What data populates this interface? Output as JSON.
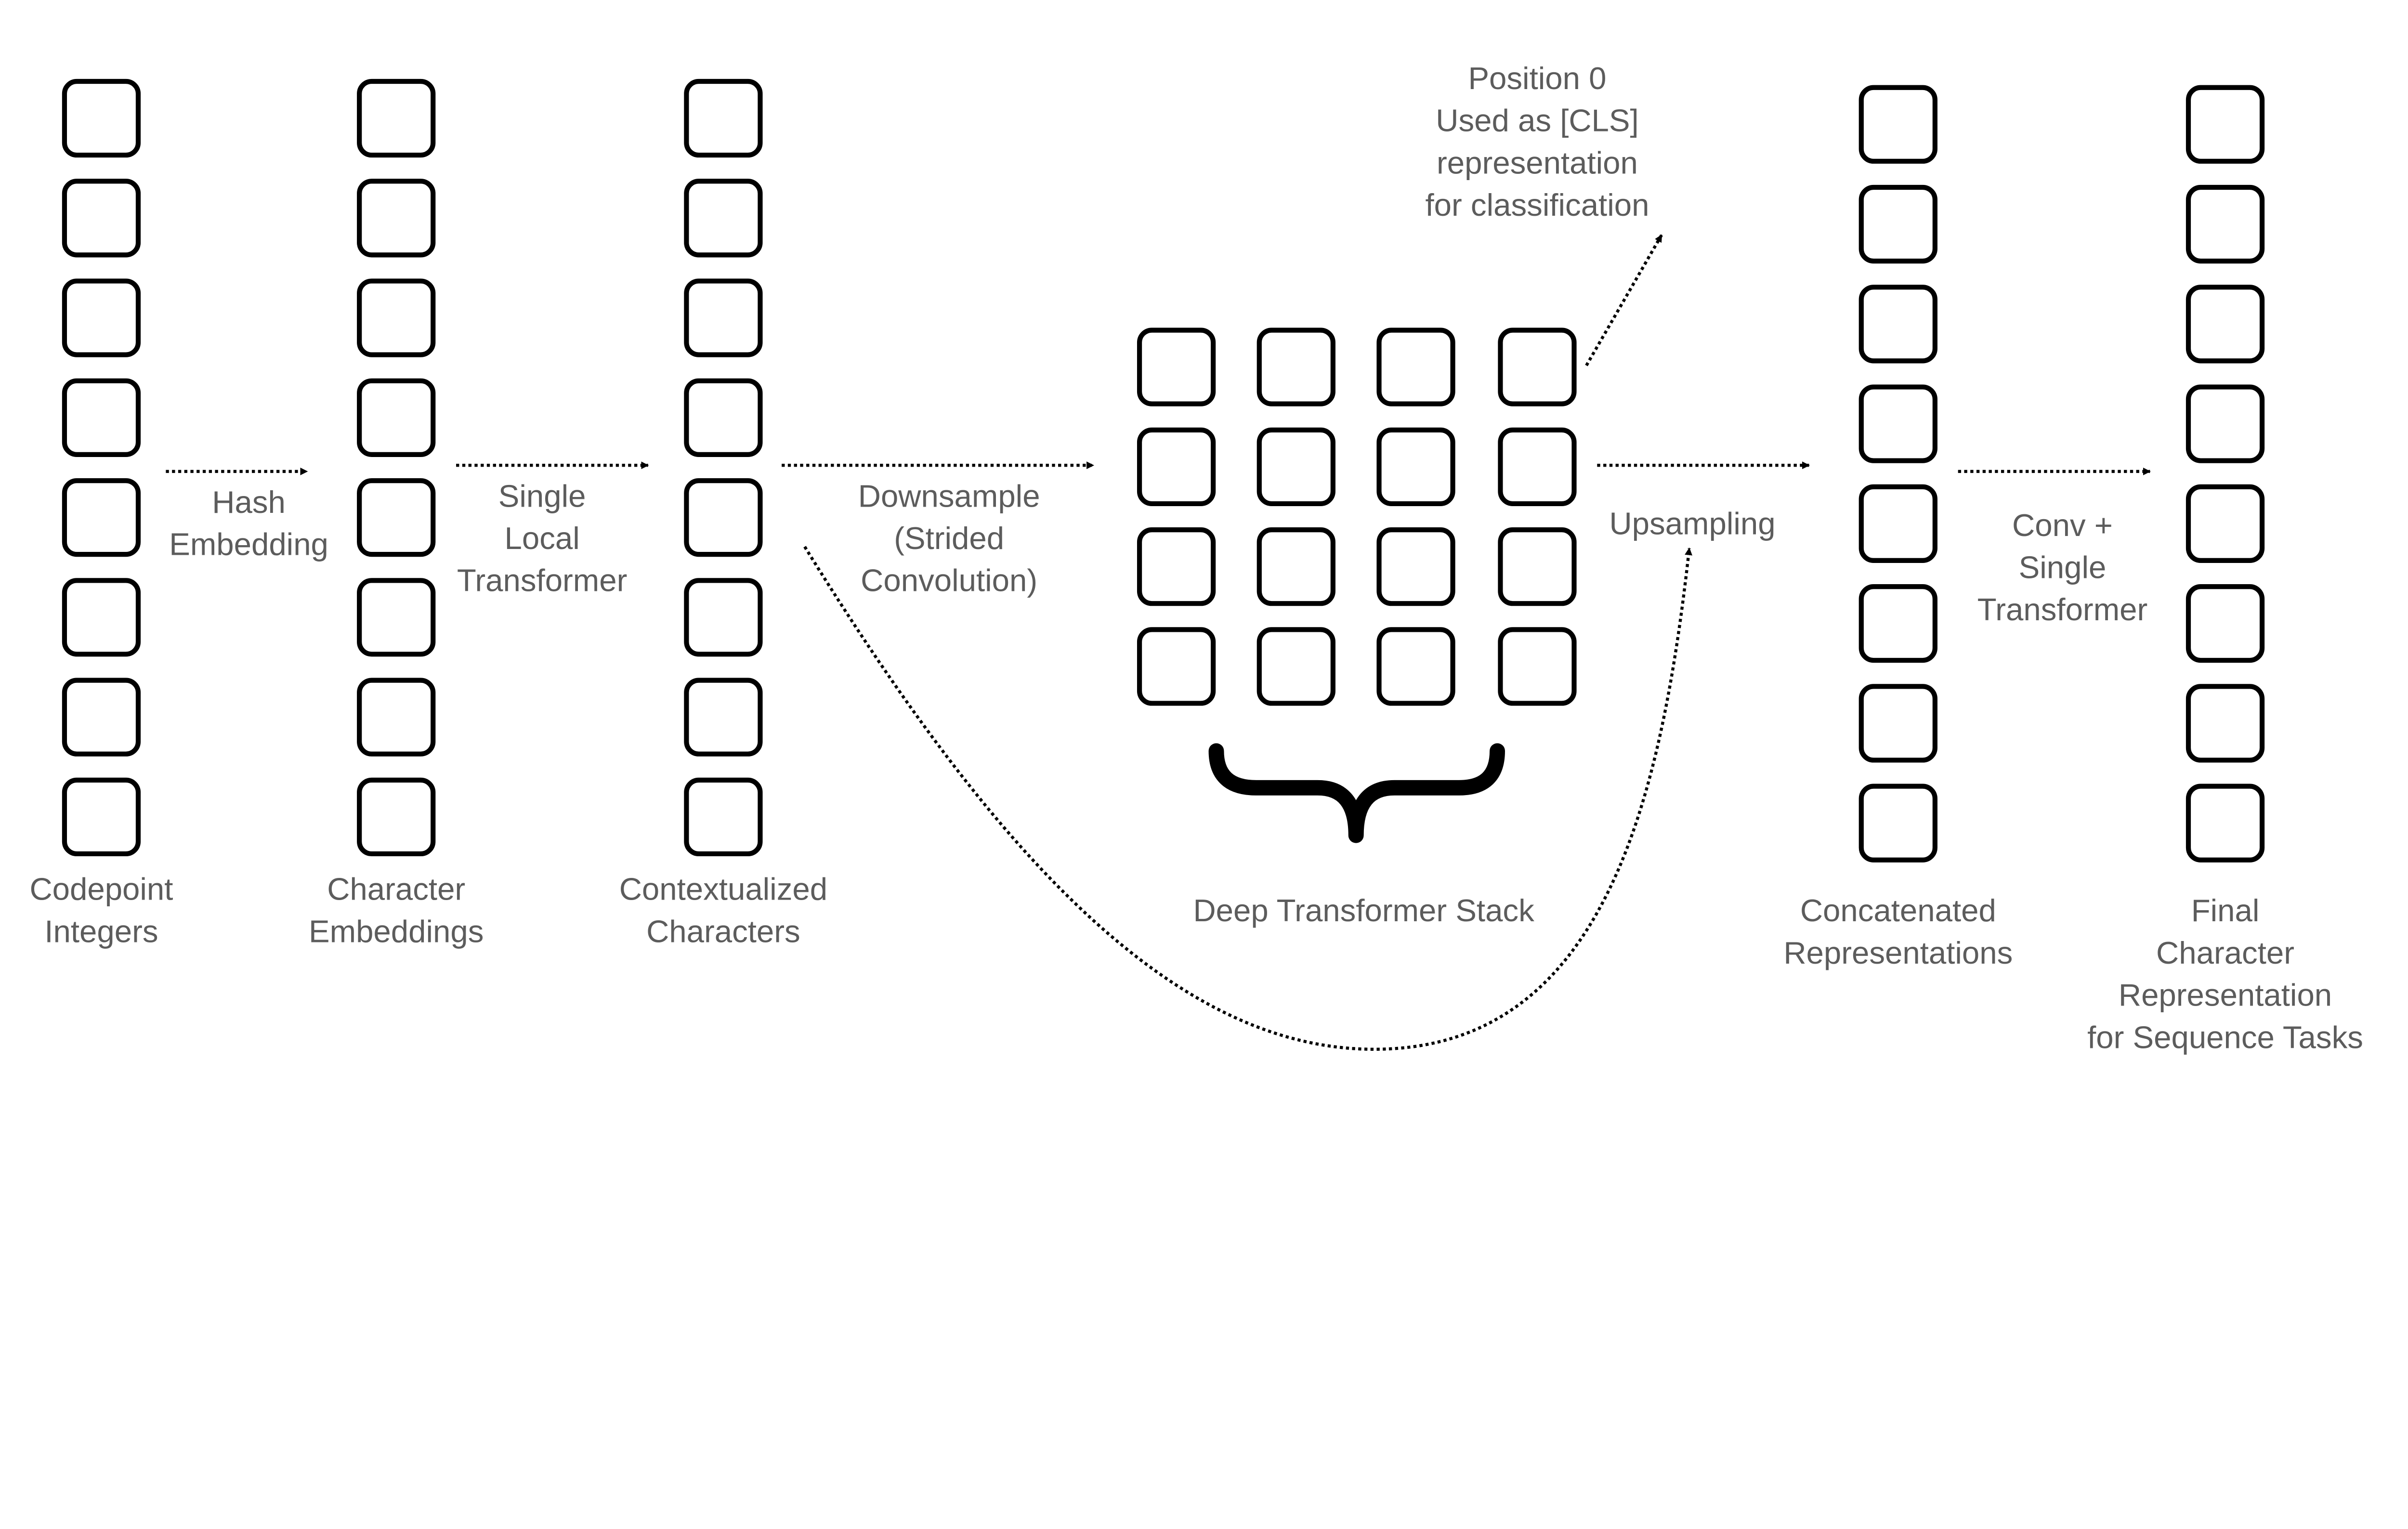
{
  "diagram": {
    "columns": [
      {
        "id": "codepoint-integers",
        "label": [
          "Codepoint",
          "Integers"
        ]
      },
      {
        "id": "character-embeddings",
        "label": [
          "Character",
          "Embeddings"
        ]
      },
      {
        "id": "contextualized-characters",
        "label": [
          "Contextualized",
          "Characters"
        ]
      },
      {
        "id": "deep-transformer-stack",
        "label": [
          "Deep Transformer Stack"
        ]
      },
      {
        "id": "concatenated-representations",
        "label": [
          "Concatenated",
          "Representations"
        ]
      },
      {
        "id": "final-character-representation",
        "label": [
          "Final",
          "Character",
          "Representation",
          "for Sequence Tasks"
        ]
      }
    ],
    "edges": [
      {
        "id": "hash-embedding",
        "label": [
          "Hash",
          "Embedding"
        ]
      },
      {
        "id": "single-local-transformer",
        "label": [
          "Single",
          "Local",
          "Transformer"
        ]
      },
      {
        "id": "downsample",
        "label": [
          "Downsample",
          "(Strided",
          "Convolution)"
        ]
      },
      {
        "id": "upsampling",
        "label": [
          "Upsampling"
        ]
      },
      {
        "id": "conv-single-transformer",
        "label": [
          "Conv +",
          "Single",
          "Transformer"
        ]
      },
      {
        "id": "cls-output",
        "label": [
          "Position 0",
          "Used as [CLS]",
          "representation",
          "for classification"
        ]
      },
      {
        "id": "residual-skip",
        "label": []
      }
    ]
  }
}
